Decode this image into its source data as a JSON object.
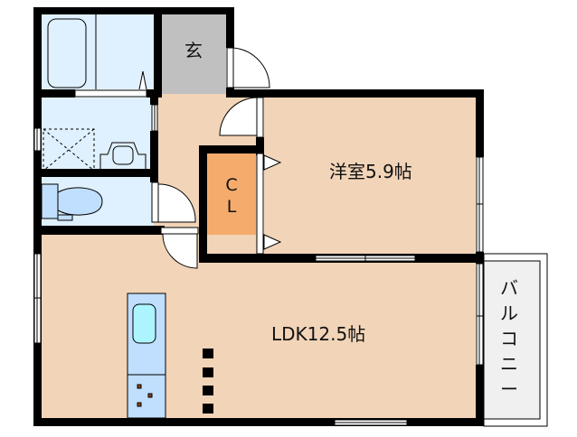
{
  "floor_plan": {
    "title": "",
    "rooms": [
      {
        "id": "bath",
        "label": "",
        "type": "bathroom",
        "color": "#dff0fe"
      },
      {
        "id": "washroom",
        "label": "",
        "type": "washroom",
        "color": "#dff0fe"
      },
      {
        "id": "toilet",
        "label": "",
        "type": "toilet",
        "color": "#dff0fe"
      },
      {
        "id": "entry",
        "label": "玄",
        "type": "entrance",
        "color": "#c0c0c0"
      },
      {
        "id": "closet",
        "label_lines": [
          "C",
          "L"
        ],
        "type": "closet",
        "color": "#f4ab6c"
      },
      {
        "id": "bedroom",
        "label": "洋室5.9帖",
        "type": "western-room",
        "area_jo": 5.9,
        "color": "#f2d4b8"
      },
      {
        "id": "ldk",
        "label": "LDK12.5帖",
        "type": "living-dining-kitchen",
        "area_jo": 12.5,
        "color": "#f2d4b8"
      },
      {
        "id": "balcony",
        "label_lines": [
          "バ",
          "ル",
          "コ",
          "ニ",
          "ー"
        ],
        "type": "balcony",
        "color": "#f0f0f0"
      }
    ],
    "colors": {
      "wall": "#000000",
      "wet_area": "#dff0fe",
      "floor": "#f2d4b8",
      "entry": "#c0c0c0",
      "closet": "#f4ab6c",
      "kitchen_counter": "#c0defd",
      "sink": "#acf4fe",
      "balcony": "#f0f0f0",
      "burner": "#8b4513"
    }
  }
}
